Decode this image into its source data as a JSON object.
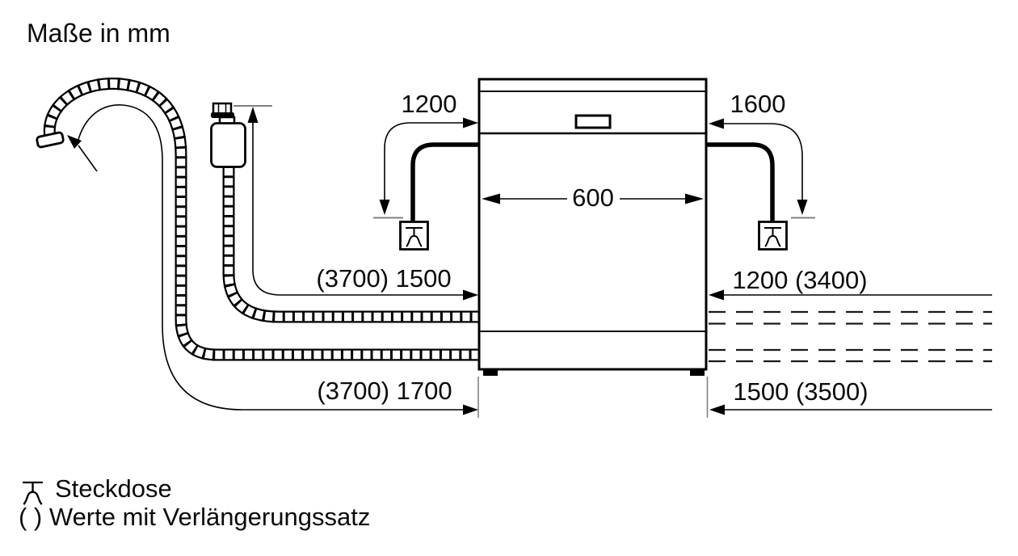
{
  "title": "Maße in mm",
  "dimensions": {
    "socket_distance_left": "1200",
    "socket_distance_right": "1600",
    "appliance_width": "600",
    "supply_hose_left": "(3700) 1500",
    "drain_hose_left": "(3700) 1700",
    "supply_hose_right": "1200 (3400)",
    "drain_hose_right": "1500 (3500)"
  },
  "legend": {
    "socket": "Steckdose",
    "extension_note": "( ) Werte mit Verlängerungssatz"
  },
  "icons": {
    "socket": "socket-icon",
    "tap_valve": "aquastop-valve-icon",
    "drain_end": "drain-hose-end-icon"
  },
  "colors": {
    "line": "#000000",
    "secondary_line": "#808080",
    "background": "#ffffff"
  }
}
